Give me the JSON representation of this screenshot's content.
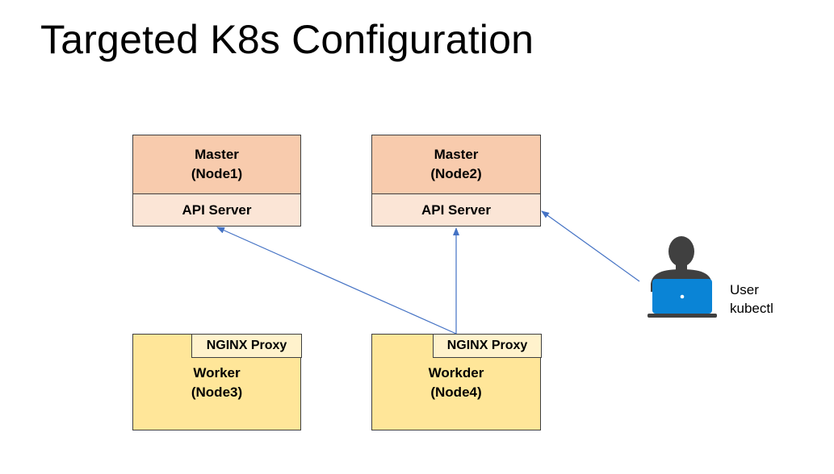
{
  "slide": {
    "title": "Targeted K8s Configuration"
  },
  "masters": [
    {
      "role": "Master",
      "node": "(Node1)",
      "api": "API Server"
    },
    {
      "role": "Master",
      "node": "(Node2)",
      "api": "API Server"
    }
  ],
  "workers": [
    {
      "role": "Worker",
      "node": "(Node3)",
      "proxy": "NGINX Proxy"
    },
    {
      "role": "Workder",
      "node": "(Node4)",
      "proxy": "NGINX Proxy"
    }
  ],
  "user": {
    "line1": "User",
    "line2": "kubectl",
    "icon": "user-laptop-icon"
  },
  "colors": {
    "master": "#f8cbad",
    "api": "#fbe5d6",
    "worker": "#ffe699",
    "proxy": "#fff2cc",
    "arrow": "#4472c4",
    "laptop": "#0a84d6"
  }
}
